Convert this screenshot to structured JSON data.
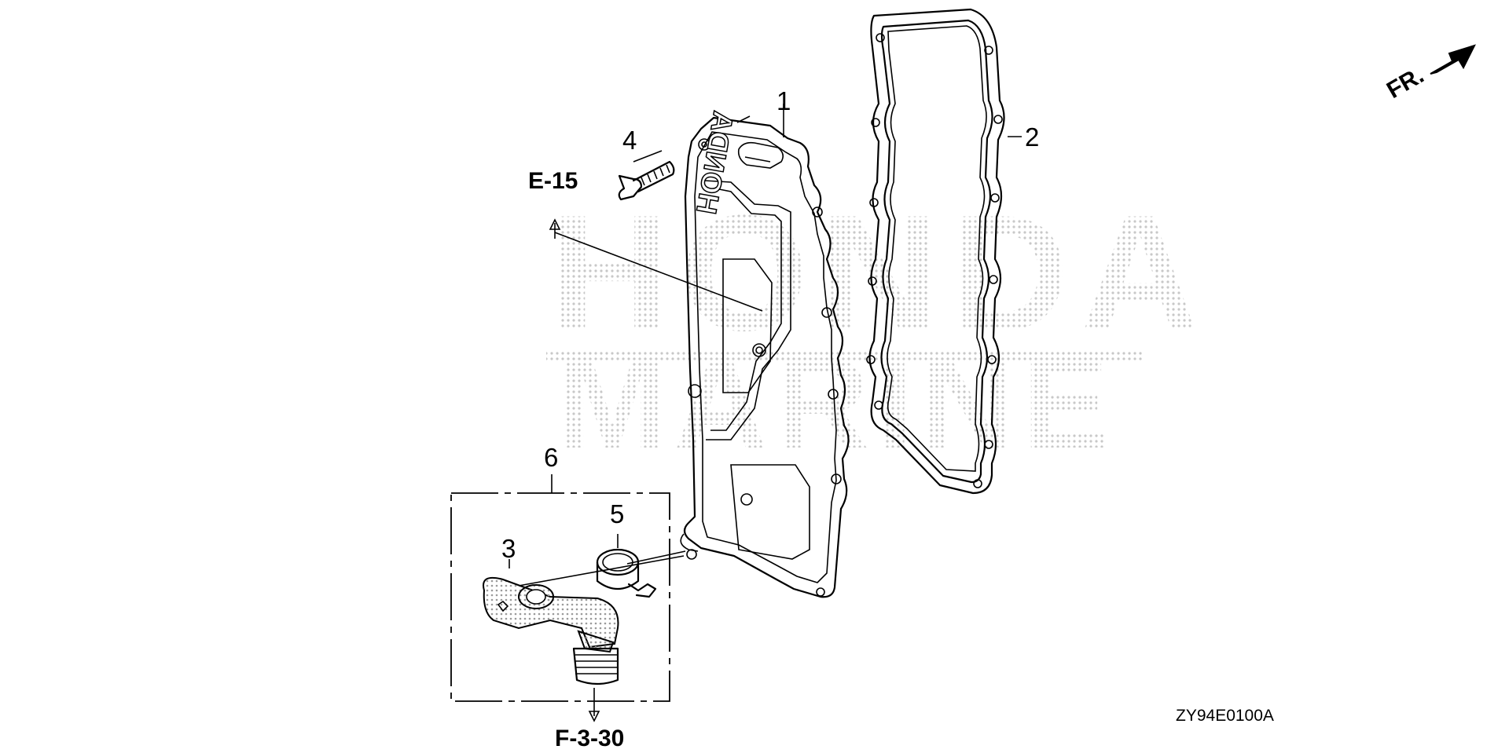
{
  "callouts": {
    "part_1": "1",
    "part_2": "2",
    "part_3": "3",
    "part_4": "4",
    "part_5": "5",
    "part_6": "6"
  },
  "references": {
    "e15": "E-15",
    "f330": "F-3-30"
  },
  "front_indicator": "FR.",
  "diagram_code": "ZY94E0100A",
  "watermark": {
    "line1": "HONDA",
    "line2": "MARINE"
  },
  "cover_logo_text": "HONDA",
  "colors": {
    "ink": "#000000",
    "background": "#ffffff",
    "watermark": "#c8c8c8"
  }
}
